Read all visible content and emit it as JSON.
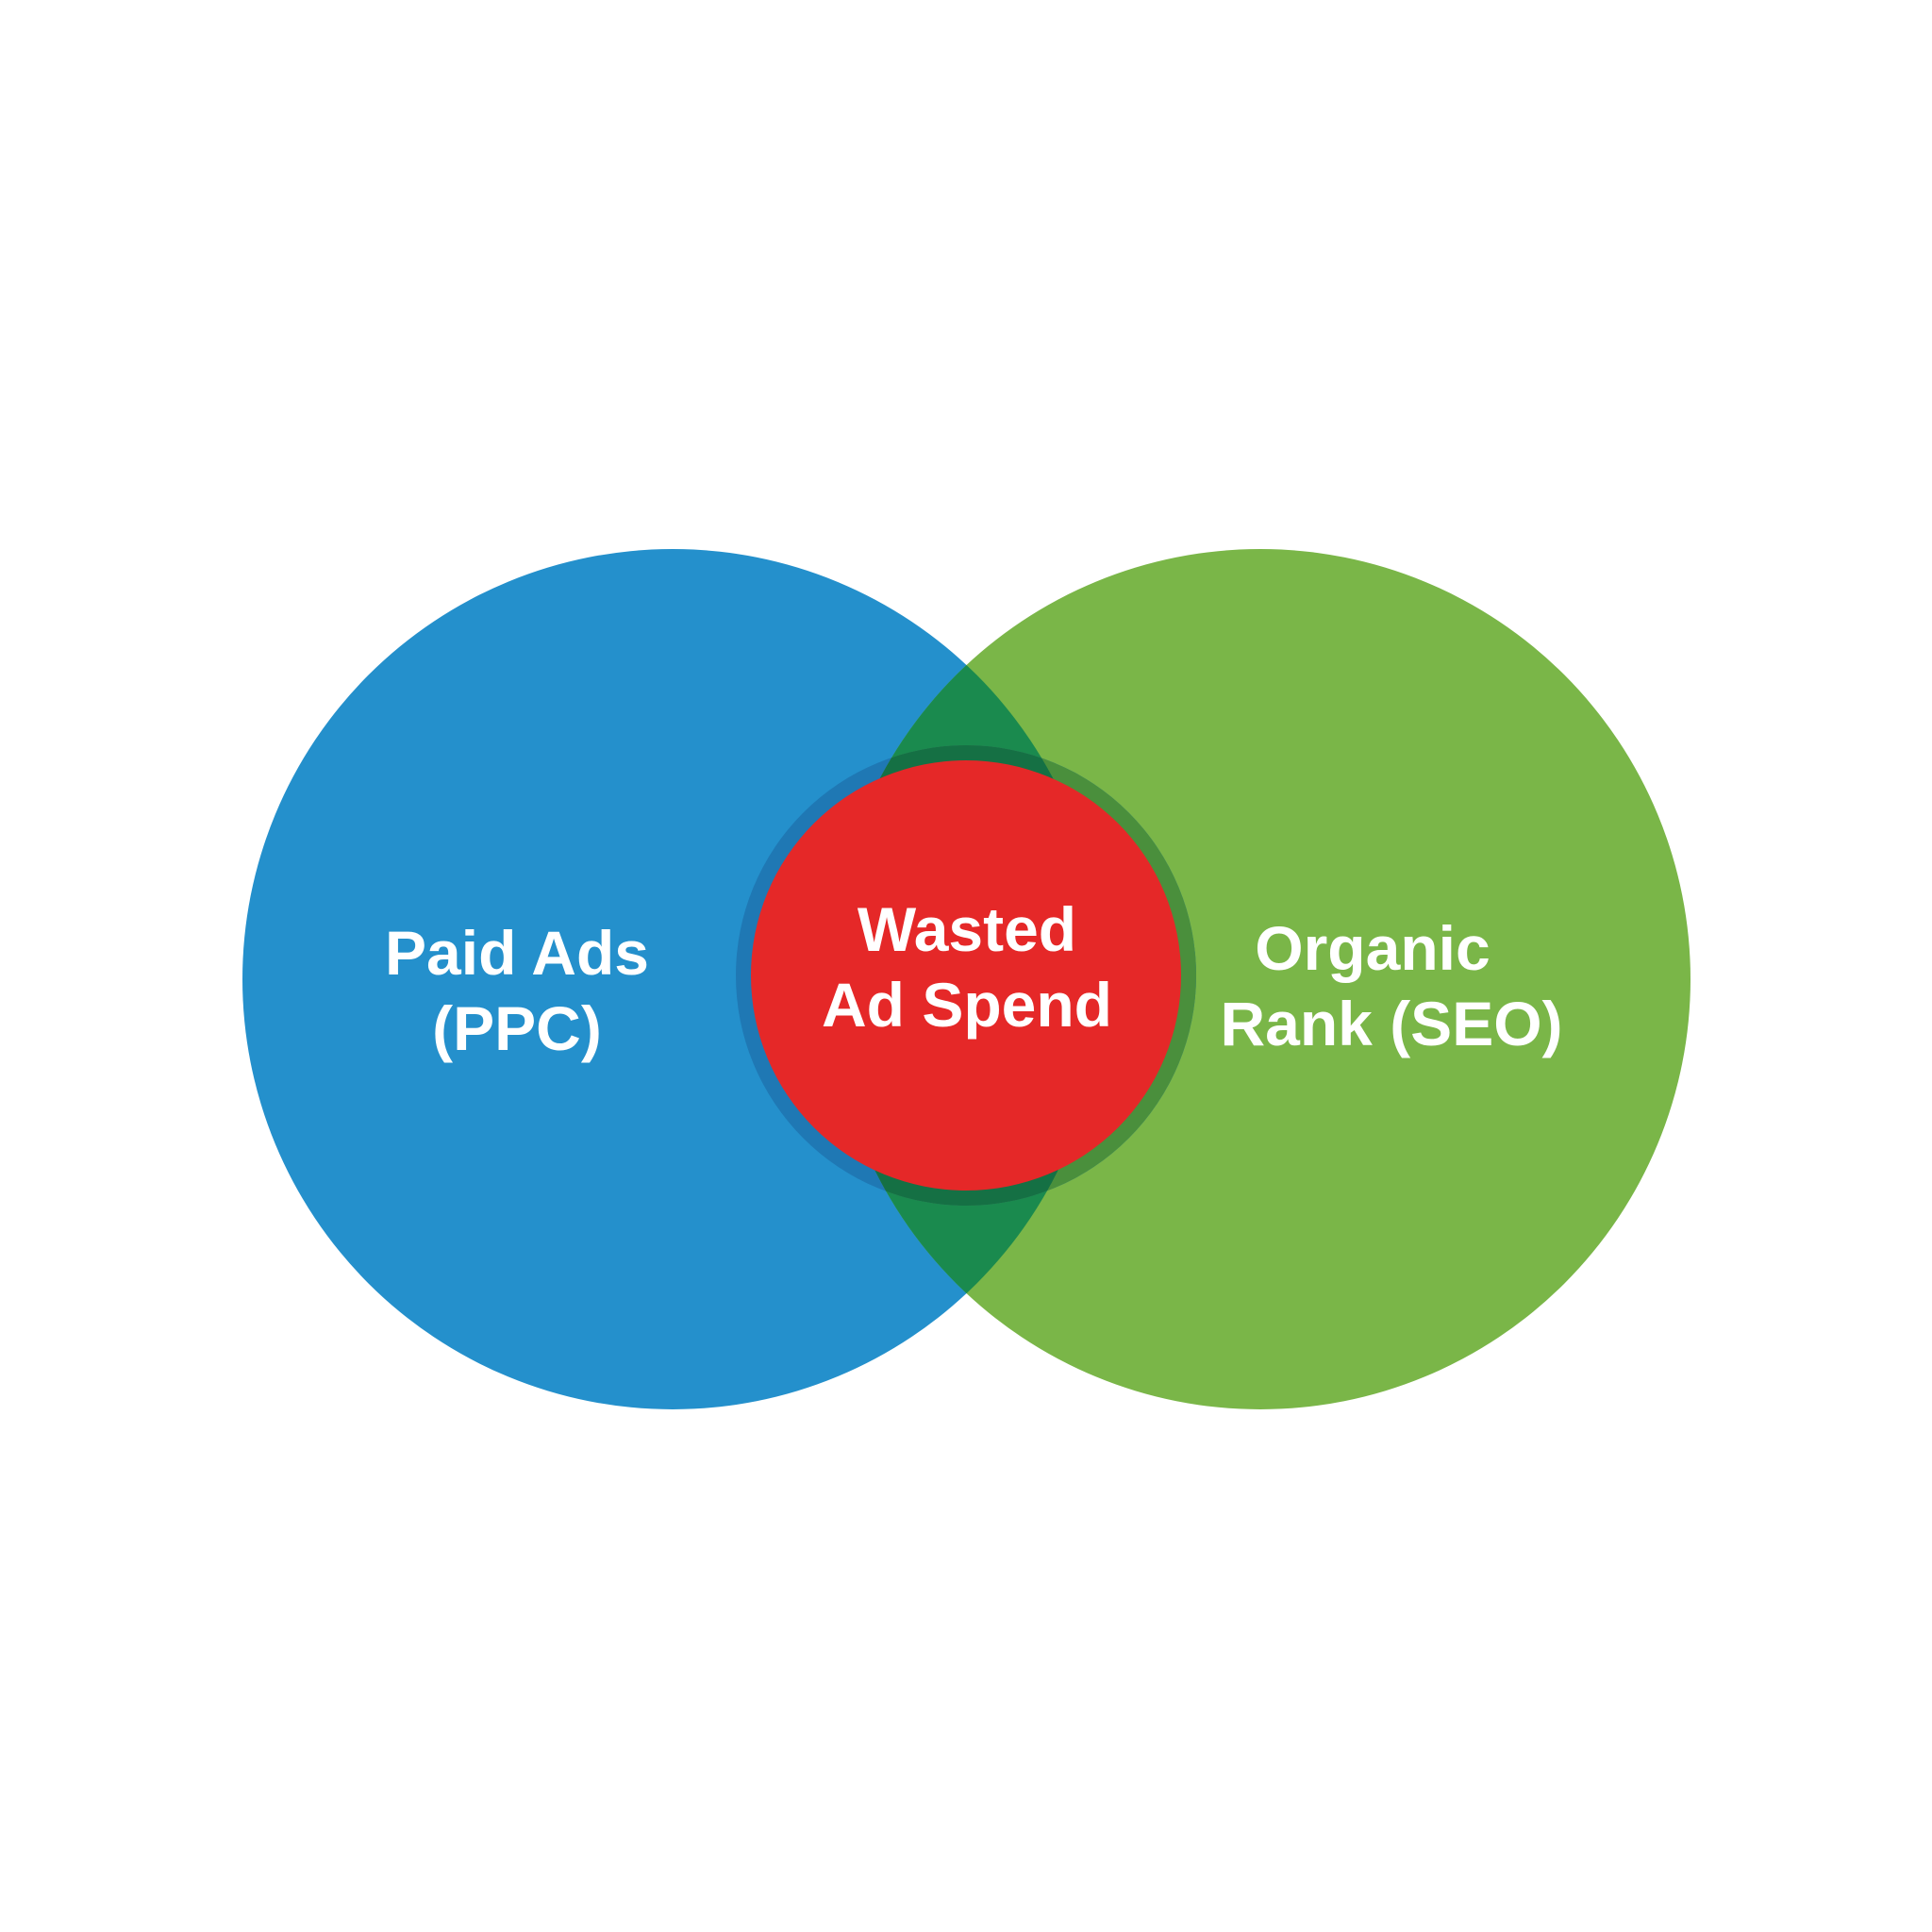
{
  "diagram": {
    "type": "venn",
    "sets": [
      {
        "id": "paid",
        "label_lines": [
          "Paid Ads",
          "(PPC)"
        ],
        "color": "#2490cc"
      },
      {
        "id": "organic",
        "label_lines": [
          "Organic",
          "Rank (SEO)"
        ],
        "color": "#7ab648"
      }
    ],
    "intersection": {
      "color": "#1a8a4e",
      "highlight": {
        "label_lines": [
          "Wasted",
          "Ad Spend"
        ],
        "color": "#e52828",
        "ring_color": "#1e6f6a"
      }
    },
    "label_color": "#ffffff",
    "background": "#ffffff"
  }
}
